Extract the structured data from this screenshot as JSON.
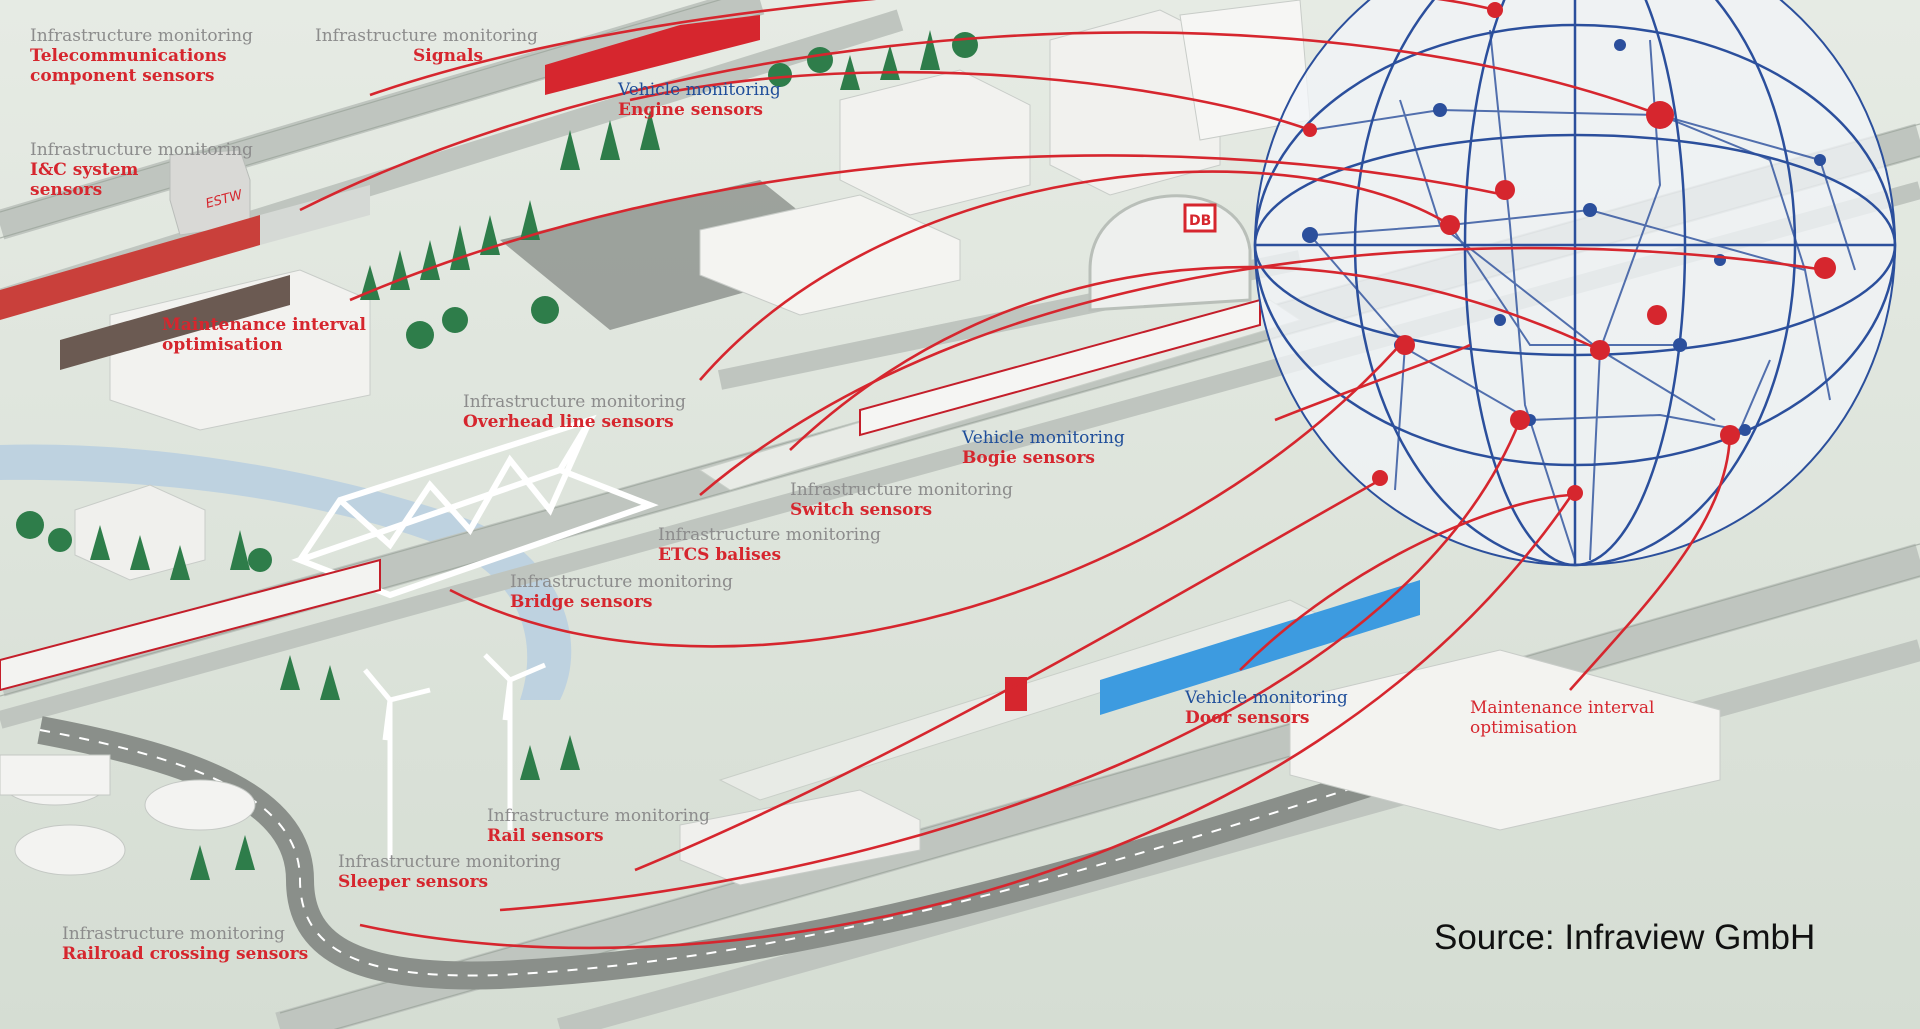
{
  "colors": {
    "background": "#e3e8df",
    "ground": "#d6ded3",
    "infra_grey": "#8c8c8c",
    "vehicle_blue": "#1f4e9a",
    "sensor_red": "#d6262e",
    "globe_blue": "#2b4f9c",
    "tree_green": "#2e7d4a",
    "track": "#b8bfb8",
    "building": "#f4f4f2"
  },
  "labels": [
    {
      "category": "Infrastructure monitoring",
      "sensor": "Telecommunications",
      "sensor2": "component sensors",
      "type": "infra"
    },
    {
      "category": "Infrastructure monitoring",
      "sensor": "Signals",
      "type": "infra"
    },
    {
      "category": "Vehicle monitoring",
      "sensor": "Engine sensors",
      "type": "vehicle"
    },
    {
      "category": "Infrastructure monitoring",
      "sensor": "I&C system",
      "sensor2": "sensors",
      "type": "infra"
    },
    {
      "category": "Maintenance interval",
      "sensor": "optimisation",
      "type": "maintenance"
    },
    {
      "category": "Infrastructure monitoring",
      "sensor": "Overhead line sensors",
      "type": "infra"
    },
    {
      "category": "Vehicle monitoring",
      "sensor": "Bogie sensors",
      "type": "vehicle"
    },
    {
      "category": "Infrastructure monitoring",
      "sensor": "Switch sensors",
      "type": "infra"
    },
    {
      "category": "Infrastructure monitoring",
      "sensor": "ETCS balises",
      "type": "infra"
    },
    {
      "category": "Infrastructure monitoring",
      "sensor": "Bridge sensors",
      "type": "infra"
    },
    {
      "category": "Vehicle monitoring",
      "sensor": "Door sensors",
      "type": "vehicle"
    },
    {
      "category": "Maintenance interval",
      "sensor": "optimisation",
      "type": "maintenance"
    },
    {
      "category": "Infrastructure monitoring",
      "sensor": "Rail sensors",
      "type": "infra"
    },
    {
      "category": "Infrastructure monitoring",
      "sensor": "Sleeper sensors",
      "type": "infra"
    },
    {
      "category": "Infrastructure monitoring",
      "sensor": "Railroad crossing sensors",
      "type": "infra"
    }
  ],
  "scene_text": {
    "signal_box": "ESTW",
    "db_logo": "DB"
  },
  "source": "Source: Infraview GmbH"
}
